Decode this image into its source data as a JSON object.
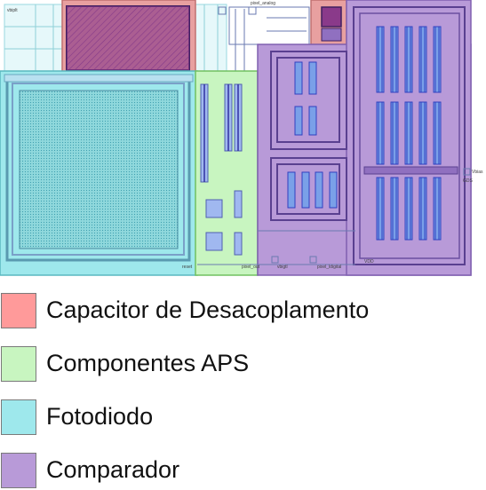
{
  "layout_labels": {
    "label_top_left": "vbiplt",
    "label_top_middle": "pixel_analog",
    "label_right_top": "Vbias",
    "label_right_mid": "GDS",
    "label_bottom_1": "reset",
    "label_bottom_2": "pixel_out",
    "label_bottom_3": "pixel_ldigital",
    "label_bottom_4": "vbigtl",
    "label_bottom_5": "VDD"
  },
  "legend": {
    "items": [
      {
        "label": "Capacitor de Desacoplamento",
        "color": "#ff9a9a"
      },
      {
        "label": "Componentes APS",
        "color": "#c8f5c0"
      },
      {
        "label": "Fotodiodo",
        "color": "#9ee8ec"
      },
      {
        "label": "Comparador",
        "color": "#b89ad8"
      }
    ]
  }
}
